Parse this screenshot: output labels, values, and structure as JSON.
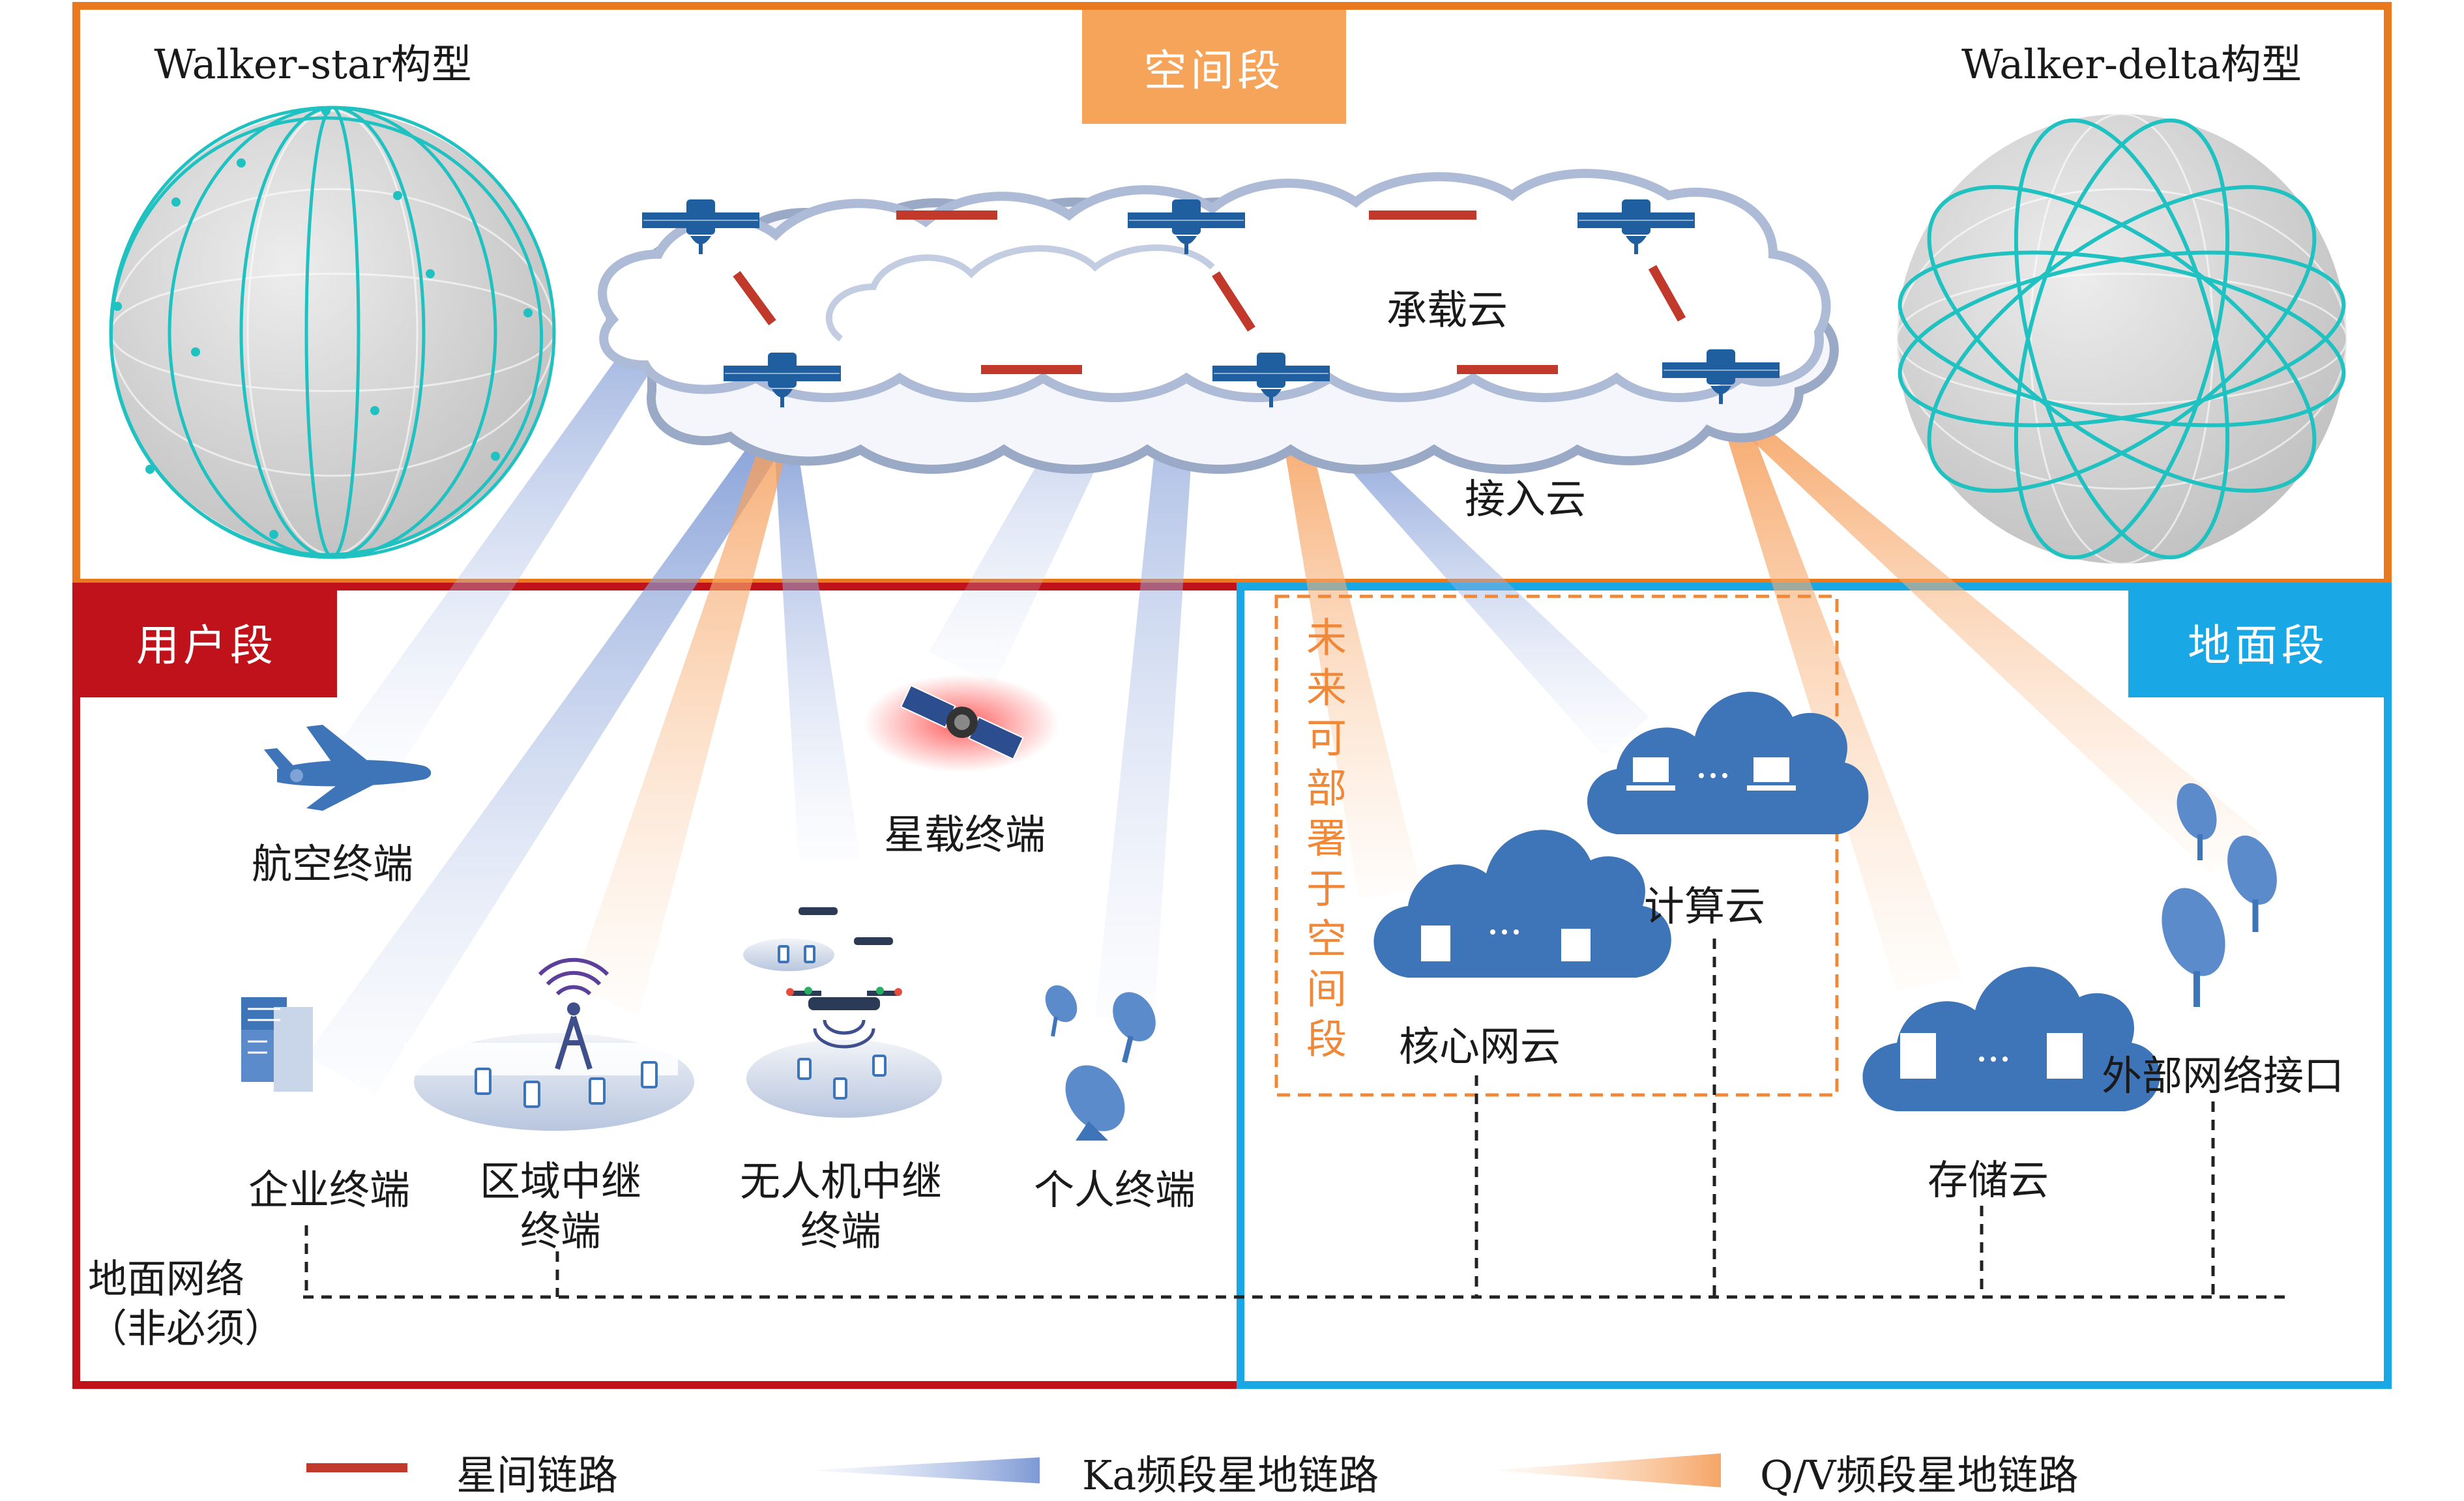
{
  "segments": {
    "space": {
      "label": "空间段",
      "color": "#E8791F",
      "tab_color": "#F5A45A"
    },
    "user": {
      "label": "用户段",
      "color": "#C0121A"
    },
    "ground": {
      "label": "地面段",
      "color": "#1AA7E6"
    }
  },
  "space": {
    "walker_star": "Walker-star构型",
    "walker_delta": "Walker-delta构型",
    "bearer_cloud": "承载云",
    "access_cloud": "接入云"
  },
  "user_terminals": {
    "aviation": "航空终端",
    "satellite_borne": "星载终端",
    "enterprise": "企业终端",
    "regional_relay": [
      "区域中继",
      "终端"
    ],
    "uav_relay": [
      "无人机中继",
      "终端"
    ],
    "personal": "个人终端",
    "ground_network": [
      "地面网络",
      "（非必须）"
    ]
  },
  "ground": {
    "future_note": "未来可部署于空间段",
    "core_cloud": "核心网云",
    "compute_cloud": "计算云",
    "storage_cloud": "存储云",
    "external_interface": "外部网络接口"
  },
  "legend": {
    "isl": {
      "label": "星间链路",
      "color": "#C0392B"
    },
    "ka": {
      "label": "Ka频段星地链路",
      "color": "#8FA6D8"
    },
    "qv": {
      "label": "Q/V频段星地链路",
      "color": "#F6A86A"
    }
  },
  "colors": {
    "satellite": "#1F5FA0",
    "cloud_blue": "#3E74B8",
    "orbit": "#1FC1C1",
    "cloud_outline": "#9AA9C6"
  }
}
